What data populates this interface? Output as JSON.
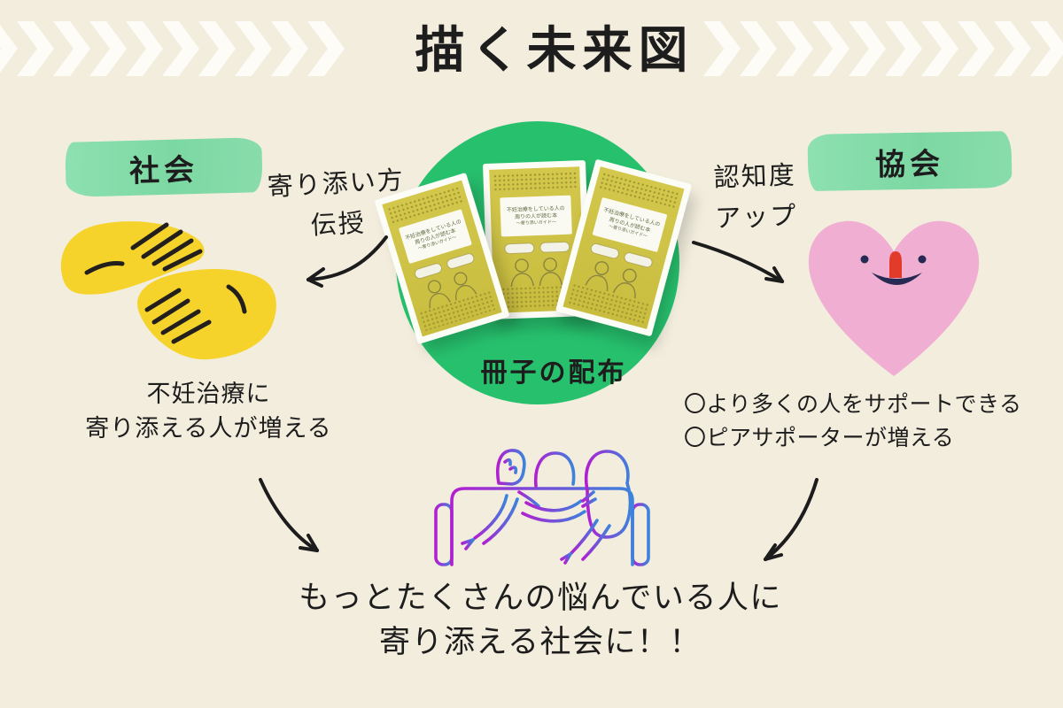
{
  "page": {
    "title": "描く未来図"
  },
  "society": {
    "label": "社会",
    "method_line1": "寄り添い方",
    "method_line2": "伝授",
    "outcome_line1": "不妊治療に",
    "outcome_line2": "寄り添える人が増える"
  },
  "association": {
    "label": "協会",
    "method_line1": "認知度",
    "method_line2": "アップ",
    "outcome_line1": "〇より多くの人をサポートできる",
    "outcome_line2": "〇ピアサポーターが増える"
  },
  "distribution": {
    "caption": "冊子の配布",
    "booklet_cover": {
      "title_line1": "不妊治療をしている人の",
      "title_line2": "周りの人が読む本",
      "subtitle": "〜寄り添いガイド〜"
    }
  },
  "conclusion": {
    "line1": "もっとたくさんの悩んでいる人に",
    "line2": "寄り添える社会に！！"
  },
  "colors": {
    "background": "#f2eddd",
    "circle_green": "#27c16e",
    "highlight_mint": "#84dcab",
    "hands_yellow": "#f5d32b",
    "heart_pink": "#f1aed3",
    "face_navy": "#262a52",
    "nose_red": "#e23b2a",
    "ink": "#1d1d1d",
    "booklet_yellow": "#cfc445",
    "people_gradient_start": "#b21fd0",
    "people_gradient_end": "#3c83dc"
  }
}
